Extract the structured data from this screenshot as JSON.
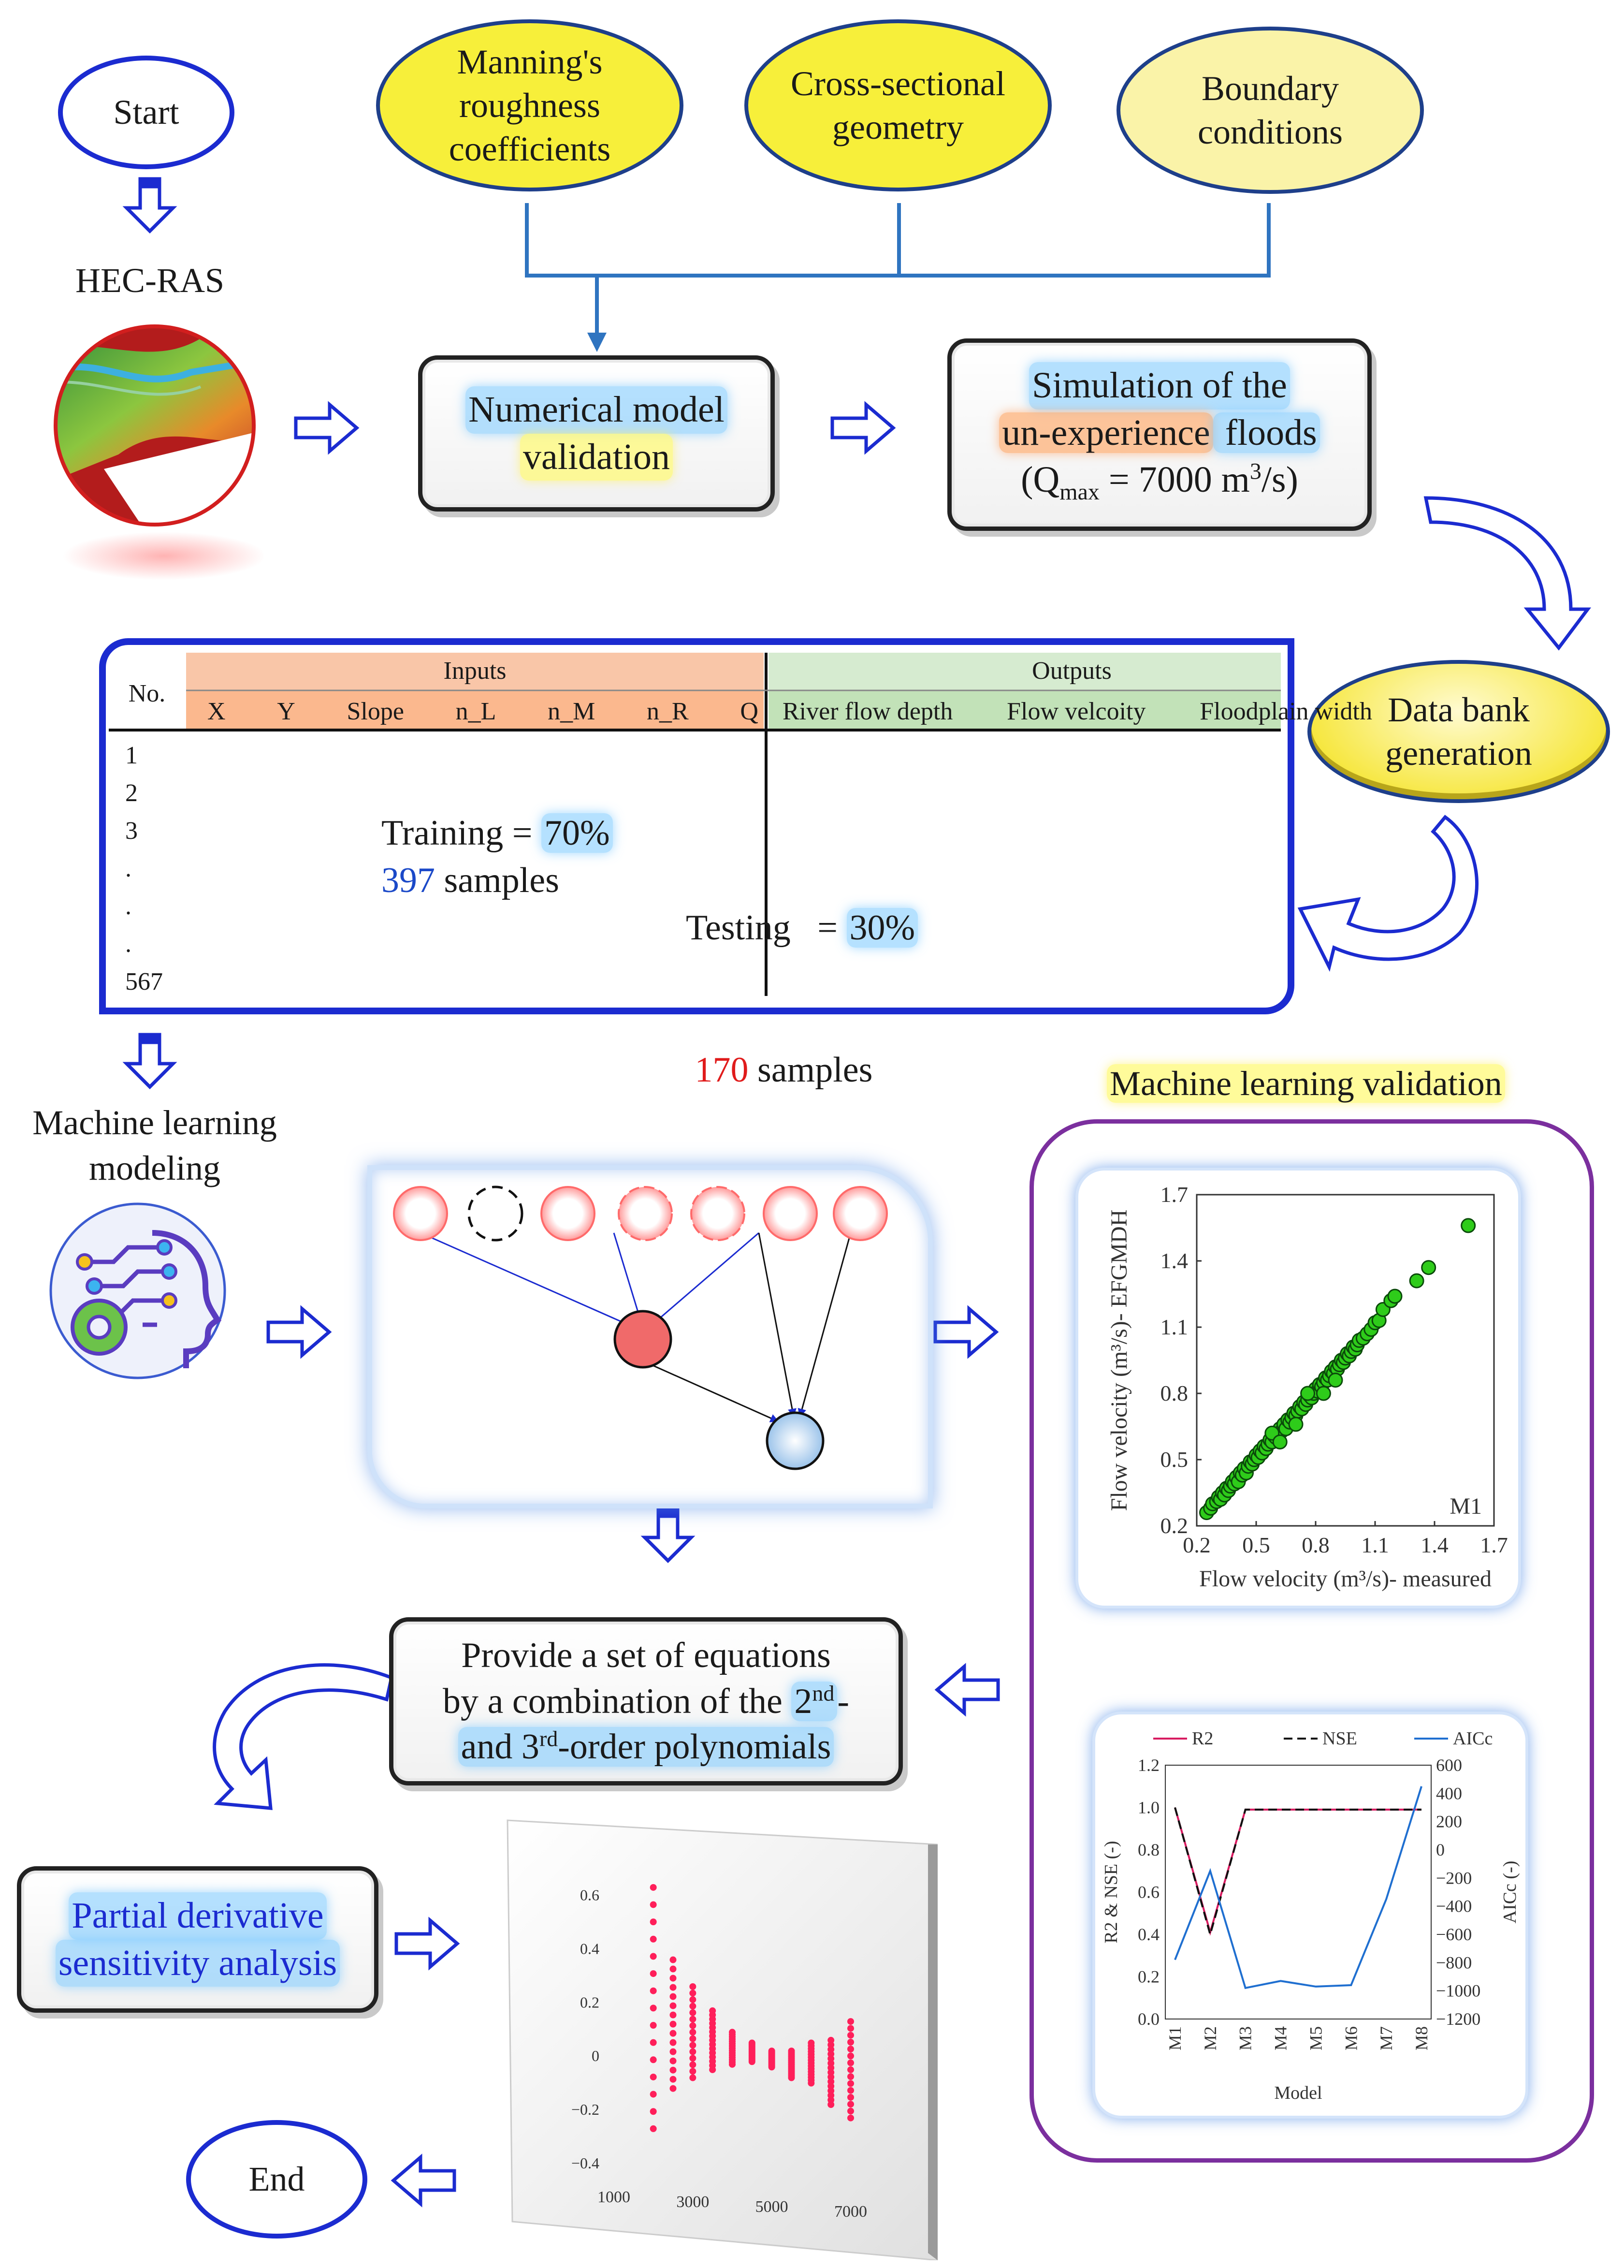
{
  "nodes": {
    "start": "Start",
    "end": "End",
    "hec_ras": "HEC-RAS",
    "mannings": [
      "Manning's",
      "roughness",
      "coefficients"
    ],
    "cross_section": [
      "Cross-sectional",
      "geometry"
    ],
    "boundary": [
      "Boundary",
      "conditions"
    ],
    "numerical": [
      "Numerical model",
      "validation"
    ],
    "simulation": {
      "line1": "Simulation of the",
      "line2a": "un-experience",
      "line2b": " floods",
      "line3_pre": "(Q",
      "line3_sub": "max",
      "line3_post": " = 7000 m",
      "line3_sup": "3",
      "line3_end": "/s)"
    },
    "data_bank": [
      "Data bank",
      "generation"
    ],
    "ml_modeling": [
      "Machine learning",
      "modeling"
    ],
    "ml_validation": "Machine learning validation",
    "equations": {
      "line1": "Provide a set of equations",
      "line2_pre": "by a combination of the ",
      "line2_hl": "2",
      "line2_sup": "nd",
      "line2_post": "-",
      "line3_pre": "and 3",
      "line3_sup": "rd",
      "line3_post": "-order polynomials"
    },
    "sensitivity": [
      "Partial derivative",
      "sensitivity analysis"
    ]
  },
  "table": {
    "no_header": "No.",
    "inputs_header": "Inputs",
    "outputs_header": "Outputs",
    "input_cols": [
      "X",
      "Y",
      "Slope",
      "n_L",
      "n_M",
      "n_R",
      "Q"
    ],
    "output_cols": [
      "River flow depth",
      "Flow velcoity",
      "Floodplain width"
    ],
    "row_numbers": [
      "1",
      "2",
      "3",
      ".",
      ".",
      ".",
      "567"
    ],
    "training_label": "Training = ",
    "training_pct": "70%",
    "training_count": "397",
    "training_samples": " samples",
    "testing_label": "Testing   = ",
    "testing_pct": "30%",
    "testing_count": "170",
    "testing_samples": " samples"
  },
  "chart_data": [
    {
      "type": "scatter",
      "title": "",
      "xlabel": "Flow velocity (m³/s)- measured",
      "ylabel": "Flow velocity (m³/s)- EFGMDH",
      "annotation": "M1",
      "xlim": [
        0.2,
        1.7
      ],
      "ylim": [
        0.2,
        1.7
      ],
      "x_ticks": [
        "0.2",
        "0.5",
        "0.8",
        "1.1",
        "1.4",
        "1.7"
      ],
      "y_ticks": [
        "0.2",
        "0.5",
        "0.8",
        "1.1",
        "1.4",
        "1.7"
      ],
      "points_color": "#2ecc1a",
      "points": [
        [
          0.25,
          0.26
        ],
        [
          0.27,
          0.28
        ],
        [
          0.28,
          0.3
        ],
        [
          0.3,
          0.31
        ],
        [
          0.31,
          0.33
        ],
        [
          0.32,
          0.32
        ],
        [
          0.33,
          0.35
        ],
        [
          0.34,
          0.34
        ],
        [
          0.35,
          0.37
        ],
        [
          0.36,
          0.36
        ],
        [
          0.37,
          0.38
        ],
        [
          0.38,
          0.4
        ],
        [
          0.39,
          0.39
        ],
        [
          0.4,
          0.42
        ],
        [
          0.41,
          0.4
        ],
        [
          0.42,
          0.44
        ],
        [
          0.43,
          0.43
        ],
        [
          0.44,
          0.46
        ],
        [
          0.45,
          0.44
        ],
        [
          0.46,
          0.47
        ],
        [
          0.47,
          0.49
        ],
        [
          0.48,
          0.48
        ],
        [
          0.49,
          0.5
        ],
        [
          0.5,
          0.52
        ],
        [
          0.51,
          0.51
        ],
        [
          0.52,
          0.54
        ],
        [
          0.53,
          0.53
        ],
        [
          0.54,
          0.56
        ],
        [
          0.55,
          0.55
        ],
        [
          0.56,
          0.57
        ],
        [
          0.57,
          0.59
        ],
        [
          0.58,
          0.58
        ],
        [
          0.59,
          0.61
        ],
        [
          0.6,
          0.6
        ],
        [
          0.61,
          0.62
        ],
        [
          0.62,
          0.64
        ],
        [
          0.63,
          0.63
        ],
        [
          0.64,
          0.66
        ],
        [
          0.65,
          0.64
        ],
        [
          0.66,
          0.68
        ],
        [
          0.67,
          0.67
        ],
        [
          0.68,
          0.69
        ],
        [
          0.69,
          0.71
        ],
        [
          0.7,
          0.7
        ],
        [
          0.71,
          0.72
        ],
        [
          0.72,
          0.74
        ],
        [
          0.73,
          0.73
        ],
        [
          0.74,
          0.76
        ],
        [
          0.75,
          0.75
        ],
        [
          0.76,
          0.77
        ],
        [
          0.77,
          0.79
        ],
        [
          0.78,
          0.78
        ],
        [
          0.79,
          0.8
        ],
        [
          0.8,
          0.82
        ],
        [
          0.81,
          0.81
        ],
        [
          0.82,
          0.84
        ],
        [
          0.83,
          0.83
        ],
        [
          0.84,
          0.85
        ],
        [
          0.85,
          0.87
        ],
        [
          0.86,
          0.86
        ],
        [
          0.87,
          0.88
        ],
        [
          0.88,
          0.9
        ],
        [
          0.89,
          0.89
        ],
        [
          0.9,
          0.92
        ],
        [
          0.91,
          0.91
        ],
        [
          0.92,
          0.93
        ],
        [
          0.93,
          0.95
        ],
        [
          0.94,
          0.94
        ],
        [
          0.95,
          0.96
        ],
        [
          0.96,
          0.98
        ],
        [
          0.97,
          0.97
        ],
        [
          0.98,
          0.99
        ],
        [
          0.99,
          1.01
        ],
        [
          1.0,
          1.0
        ],
        [
          1.01,
          1.02
        ],
        [
          1.02,
          1.04
        ],
        [
          1.04,
          1.05
        ],
        [
          1.06,
          1.07
        ],
        [
          1.08,
          1.09
        ],
        [
          1.1,
          1.12
        ],
        [
          1.12,
          1.13
        ],
        [
          1.14,
          1.18
        ],
        [
          1.18,
          1.22
        ],
        [
          1.2,
          1.24
        ],
        [
          1.31,
          1.31
        ],
        [
          1.37,
          1.37
        ],
        [
          1.57,
          1.56
        ],
        [
          0.58,
          0.62
        ],
        [
          0.62,
          0.58
        ],
        [
          0.7,
          0.66
        ],
        [
          0.76,
          0.8
        ],
        [
          0.84,
          0.8
        ],
        [
          0.9,
          0.86
        ]
      ]
    },
    {
      "type": "line",
      "title": "",
      "xlabel": "Model",
      "ylabel": "R2 & NSE (-)",
      "y2label": "AICc (-)",
      "categories": [
        "M1",
        "M2",
        "M3",
        "M4",
        "M5",
        "M6",
        "M7",
        "M8"
      ],
      "ylim": [
        0.0,
        1.2
      ],
      "y2lim": [
        -1200,
        600
      ],
      "y_ticks": [
        "0.0",
        "0.2",
        "0.4",
        "0.6",
        "0.8",
        "1.0",
        "1.2"
      ],
      "y2_ticks": [
        "600",
        "400",
        "200",
        "0",
        "−200",
        "−400",
        "−600",
        "−800",
        "−1000",
        "−1200"
      ],
      "legend": "top",
      "series": [
        {
          "name": "R2",
          "axis": "left",
          "color": "#d81b60",
          "dash": "solid",
          "values": [
            1.0,
            0.41,
            0.99,
            0.99,
            0.99,
            0.99,
            0.99,
            0.99
          ]
        },
        {
          "name": "NSE",
          "axis": "left",
          "color": "#111111",
          "dash": "dashed",
          "values": [
            1.0,
            0.4,
            0.99,
            0.99,
            0.99,
            0.99,
            0.99,
            0.99
          ]
        },
        {
          "name": "AICc",
          "axis": "right",
          "color": "#1f6fd0",
          "dash": "solid",
          "values": [
            -780,
            -150,
            -980,
            -930,
            -970,
            -960,
            -350,
            450
          ]
        }
      ]
    },
    {
      "type": "scatter",
      "title": "",
      "xlim": [
        1000,
        7000
      ],
      "ylim": [
        -0.4,
        0.7
      ],
      "x_ticks": [
        "1000",
        "3000",
        "5000",
        "7000"
      ],
      "y_ticks": [
        "0.6",
        "0.4",
        "0.2",
        "0",
        "−0.2",
        "−0.4"
      ],
      "points_color": "#ff1f5a",
      "columns": [
        {
          "x": 2000,
          "min": -0.27,
          "max": 0.63
        },
        {
          "x": 2500,
          "min": -0.12,
          "max": 0.36
        },
        {
          "x": 3000,
          "min": -0.08,
          "max": 0.26
        },
        {
          "x": 3500,
          "min": -0.05,
          "max": 0.17
        },
        {
          "x": 4000,
          "min": -0.03,
          "max": 0.09
        },
        {
          "x": 4500,
          "min": -0.02,
          "max": 0.05
        },
        {
          "x": 5000,
          "min": -0.04,
          "max": 0.02
        },
        {
          "x": 5500,
          "min": -0.08,
          "max": 0.02
        },
        {
          "x": 6000,
          "min": -0.1,
          "max": 0.05
        },
        {
          "x": 6500,
          "min": -0.18,
          "max": 0.06
        },
        {
          "x": 7000,
          "min": -0.23,
          "max": 0.13
        }
      ]
    }
  ],
  "colors": {
    "arrow_blue": "#1b2bd0",
    "connector_blue": "#2f74c0",
    "yellow_node": "#f7ef3a",
    "light_yellow_node": "#faf3a8",
    "purple_border": "#7b2f9e",
    "inputs_bg": "#f9c6a8",
    "outputs_bg": "#cfe7c8"
  },
  "icons": [
    "hec-ras-terrain-icon",
    "ai-head-icon",
    "network-diagram-icon",
    "arrow-icon"
  ]
}
